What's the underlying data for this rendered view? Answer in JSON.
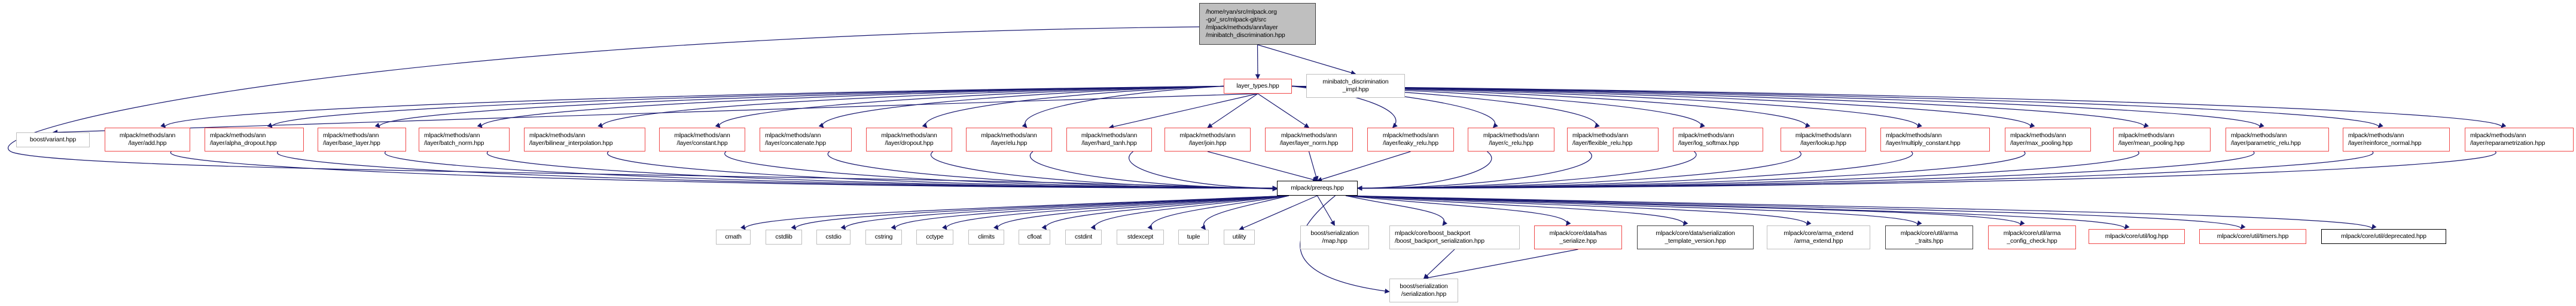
{
  "colors": {
    "edge": "#191970",
    "root_fill": "#bfbfbf",
    "root_border": "#404040",
    "red_border": "#f04848",
    "gray_border": "#bfbfbf",
    "black_border": "#000000",
    "dark_border": "#404040"
  },
  "nodes": {
    "root": {
      "lines": [
        "/home/ryan/src/mlpack.org",
        "-go/_src/mlpack-git/src",
        "/mlpack/methods/ann/layer",
        "/minibatch_discrimination.hpp"
      ],
      "style": "root"
    },
    "layer_types": {
      "lines": [
        "layer_types.hpp"
      ],
      "style": "red"
    },
    "impl": {
      "lines": [
        "minibatch_discrimination",
        "_impl.hpp"
      ],
      "style": "gray"
    },
    "variant": {
      "lines": [
        "boost/variant.hpp"
      ],
      "style": "gray"
    },
    "add": {
      "lines": [
        "mlpack/methods/ann",
        "/layer/add.hpp"
      ],
      "style": "red"
    },
    "alpha_dropout": {
      "lines": [
        "mlpack/methods/ann",
        "/layer/alpha_dropout.hpp"
      ],
      "style": "red"
    },
    "base_layer": {
      "lines": [
        "mlpack/methods/ann",
        "/layer/base_layer.hpp"
      ],
      "style": "red"
    },
    "batch_norm": {
      "lines": [
        "mlpack/methods/ann",
        "/layer/batch_norm.hpp"
      ],
      "style": "red"
    },
    "bilinear": {
      "lines": [
        "mlpack/methods/ann",
        "/layer/bilinear_interpolation.hpp"
      ],
      "style": "red"
    },
    "constant": {
      "lines": [
        "mlpack/methods/ann",
        "/layer/constant.hpp"
      ],
      "style": "red"
    },
    "concatenate": {
      "lines": [
        "mlpack/methods/ann",
        "/layer/concatenate.hpp"
      ],
      "style": "red"
    },
    "dropout": {
      "lines": [
        "mlpack/methods/ann",
        "/layer/dropout.hpp"
      ],
      "style": "red"
    },
    "elu": {
      "lines": [
        "mlpack/methods/ann",
        "/layer/elu.hpp"
      ],
      "style": "red"
    },
    "hard_tanh": {
      "lines": [
        "mlpack/methods/ann",
        "/layer/hard_tanh.hpp"
      ],
      "style": "red"
    },
    "join": {
      "lines": [
        "mlpack/methods/ann",
        "/layer/join.hpp"
      ],
      "style": "red"
    },
    "layer_norm": {
      "lines": [
        "mlpack/methods/ann",
        "/layer/layer_norm.hpp"
      ],
      "style": "red"
    },
    "leaky_relu": {
      "lines": [
        "mlpack/methods/ann",
        "/layer/leaky_relu.hpp"
      ],
      "style": "red"
    },
    "c_relu": {
      "lines": [
        "mlpack/methods/ann",
        "/layer/c_relu.hpp"
      ],
      "style": "red"
    },
    "flexible_relu": {
      "lines": [
        "mlpack/methods/ann",
        "/layer/flexible_relu.hpp"
      ],
      "style": "red"
    },
    "log_softmax": {
      "lines": [
        "mlpack/methods/ann",
        "/layer/log_softmax.hpp"
      ],
      "style": "red"
    },
    "lookup": {
      "lines": [
        "mlpack/methods/ann",
        "/layer/lookup.hpp"
      ],
      "style": "red"
    },
    "multiply_constant": {
      "lines": [
        "mlpack/methods/ann",
        "/layer/multiply_constant.hpp"
      ],
      "style": "red"
    },
    "max_pooling": {
      "lines": [
        "mlpack/methods/ann",
        "/layer/max_pooling.hpp"
      ],
      "style": "red"
    },
    "mean_pooling": {
      "lines": [
        "mlpack/methods/ann",
        "/layer/mean_pooling.hpp"
      ],
      "style": "red"
    },
    "parametric_relu": {
      "lines": [
        "mlpack/methods/ann",
        "/layer/parametric_relu.hpp"
      ],
      "style": "red"
    },
    "reinforce_normal": {
      "lines": [
        "mlpack/methods/ann",
        "/layer/reinforce_normal.hpp"
      ],
      "style": "red"
    },
    "reparametrization": {
      "lines": [
        "mlpack/methods/ann",
        "/layer/reparametrization.hpp"
      ],
      "style": "red"
    },
    "prereqs": {
      "lines": [
        "mlpack/prereqs.hpp"
      ],
      "style": "black"
    },
    "cmath": {
      "lines": [
        "cmath"
      ],
      "style": "gray"
    },
    "cstdlib": {
      "lines": [
        "cstdlib"
      ],
      "style": "gray"
    },
    "cstdio": {
      "lines": [
        "cstdio"
      ],
      "style": "gray"
    },
    "cstring": {
      "lines": [
        "cstring"
      ],
      "style": "gray"
    },
    "cctype": {
      "lines": [
        "cctype"
      ],
      "style": "gray"
    },
    "climits": {
      "lines": [
        "climits"
      ],
      "style": "gray"
    },
    "cfloat": {
      "lines": [
        "cfloat"
      ],
      "style": "gray"
    },
    "cstdint": {
      "lines": [
        "cstdint"
      ],
      "style": "gray"
    },
    "stdexcept": {
      "lines": [
        "stdexcept"
      ],
      "style": "gray"
    },
    "tuple": {
      "lines": [
        "tuple"
      ],
      "style": "gray"
    },
    "utility": {
      "lines": [
        "utility"
      ],
      "style": "gray"
    },
    "ser_map": {
      "lines": [
        "boost/serialization",
        "/map.hpp"
      ],
      "style": "gray"
    },
    "backport": {
      "lines": [
        "mlpack/core/boost_backport",
        "/boost_backport_serialization.hpp"
      ],
      "style": "gray"
    },
    "has_serialize": {
      "lines": [
        "mlpack/core/data/has",
        "_serialize.hpp"
      ],
      "style": "red"
    },
    "ser_template": {
      "lines": [
        "mlpack/core/data/serialization",
        "_template_version.hpp"
      ],
      "style": "dark"
    },
    "arma_extend": {
      "lines": [
        "mlpack/core/arma_extend",
        "/arma_extend.hpp"
      ],
      "style": "gray"
    },
    "arma_traits": {
      "lines": [
        "mlpack/core/util/arma",
        "_traits.hpp"
      ],
      "style": "dark"
    },
    "arma_config": {
      "lines": [
        "mlpack/core/util/arma",
        "_config_check.hpp"
      ],
      "style": "red"
    },
    "log": {
      "lines": [
        "mlpack/core/util/log.hpp"
      ],
      "style": "red"
    },
    "timers": {
      "lines": [
        "mlpack/core/util/timers.hpp"
      ],
      "style": "red"
    },
    "deprecated": {
      "lines": [
        "mlpack/core/util/deprecated.hpp"
      ],
      "style": "black"
    },
    "serialization": {
      "lines": [
        "boost/serialization",
        "/serialization.hpp"
      ],
      "style": "gray"
    }
  },
  "edges": [
    [
      "root",
      "layer_types"
    ],
    [
      "root",
      "impl"
    ],
    [
      "root",
      "prereqs"
    ],
    [
      "layer_types",
      "variant"
    ],
    [
      "layer_types",
      "add"
    ],
    [
      "layer_types",
      "alpha_dropout"
    ],
    [
      "layer_types",
      "base_layer"
    ],
    [
      "layer_types",
      "batch_norm"
    ],
    [
      "layer_types",
      "bilinear"
    ],
    [
      "layer_types",
      "constant"
    ],
    [
      "layer_types",
      "concatenate"
    ],
    [
      "layer_types",
      "dropout"
    ],
    [
      "layer_types",
      "elu"
    ],
    [
      "layer_types",
      "hard_tanh"
    ],
    [
      "layer_types",
      "join"
    ],
    [
      "layer_types",
      "layer_norm"
    ],
    [
      "layer_types",
      "leaky_relu"
    ],
    [
      "layer_types",
      "c_relu"
    ],
    [
      "layer_types",
      "flexible_relu"
    ],
    [
      "layer_types",
      "log_softmax"
    ],
    [
      "layer_types",
      "lookup"
    ],
    [
      "layer_types",
      "multiply_constant"
    ],
    [
      "layer_types",
      "max_pooling"
    ],
    [
      "layer_types",
      "mean_pooling"
    ],
    [
      "layer_types",
      "parametric_relu"
    ],
    [
      "layer_types",
      "reinforce_normal"
    ],
    [
      "layer_types",
      "reparametrization"
    ],
    [
      "add",
      "prereqs"
    ],
    [
      "alpha_dropout",
      "prereqs"
    ],
    [
      "base_layer",
      "prereqs"
    ],
    [
      "batch_norm",
      "prereqs"
    ],
    [
      "bilinear",
      "prereqs"
    ],
    [
      "constant",
      "prereqs"
    ],
    [
      "concatenate",
      "prereqs"
    ],
    [
      "dropout",
      "prereqs"
    ],
    [
      "elu",
      "prereqs"
    ],
    [
      "hard_tanh",
      "prereqs"
    ],
    [
      "join",
      "prereqs"
    ],
    [
      "layer_norm",
      "prereqs"
    ],
    [
      "leaky_relu",
      "prereqs"
    ],
    [
      "c_relu",
      "prereqs"
    ],
    [
      "flexible_relu",
      "prereqs"
    ],
    [
      "log_softmax",
      "prereqs"
    ],
    [
      "lookup",
      "prereqs"
    ],
    [
      "multiply_constant",
      "prereqs"
    ],
    [
      "max_pooling",
      "prereqs"
    ],
    [
      "mean_pooling",
      "prereqs"
    ],
    [
      "parametric_relu",
      "prereqs"
    ],
    [
      "reinforce_normal",
      "prereqs"
    ],
    [
      "reparametrization",
      "prereqs"
    ],
    [
      "prereqs",
      "cmath"
    ],
    [
      "prereqs",
      "cstdlib"
    ],
    [
      "prereqs",
      "cstdio"
    ],
    [
      "prereqs",
      "cstring"
    ],
    [
      "prereqs",
      "cctype"
    ],
    [
      "prereqs",
      "climits"
    ],
    [
      "prereqs",
      "cfloat"
    ],
    [
      "prereqs",
      "cstdint"
    ],
    [
      "prereqs",
      "stdexcept"
    ],
    [
      "prereqs",
      "tuple"
    ],
    [
      "prereqs",
      "utility"
    ],
    [
      "prereqs",
      "ser_map"
    ],
    [
      "prereqs",
      "backport"
    ],
    [
      "prereqs",
      "has_serialize"
    ],
    [
      "prereqs",
      "ser_template"
    ],
    [
      "prereqs",
      "arma_extend"
    ],
    [
      "prereqs",
      "arma_traits"
    ],
    [
      "prereqs",
      "arma_config"
    ],
    [
      "prereqs",
      "log"
    ],
    [
      "prereqs",
      "timers"
    ],
    [
      "prereqs",
      "deprecated"
    ],
    [
      "prereqs",
      "serialization"
    ],
    [
      "backport",
      "serialization"
    ],
    [
      "has_serialize",
      "serialization"
    ]
  ]
}
